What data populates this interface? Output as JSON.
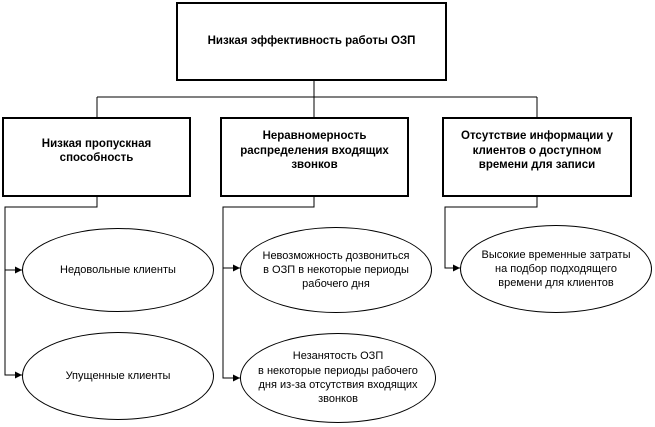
{
  "root": {
    "label": "Низкая эффективность работы ОЗП"
  },
  "categories": [
    {
      "label": "Низкая пропускная способность"
    },
    {
      "label": "Неравномерность распределения входящих звонков"
    },
    {
      "label": "Отсутствие информации у клиентов о доступном времени для записи"
    }
  ],
  "effects": [
    {
      "label": "Недовольные клиенты"
    },
    {
      "label": "Упущенные клиенты"
    },
    {
      "label": "Невозможность дозвониться\nв ОЗП в некоторые периоды\nрабочего дня"
    },
    {
      "label": "Незанятость ОЗП\nв некоторые периоды рабочего\nдня из-за отсутствия входящих\nзвонков"
    },
    {
      "label": "Высокие временные затраты\nна подбор подходящего\nвремени для клиентов"
    }
  ]
}
